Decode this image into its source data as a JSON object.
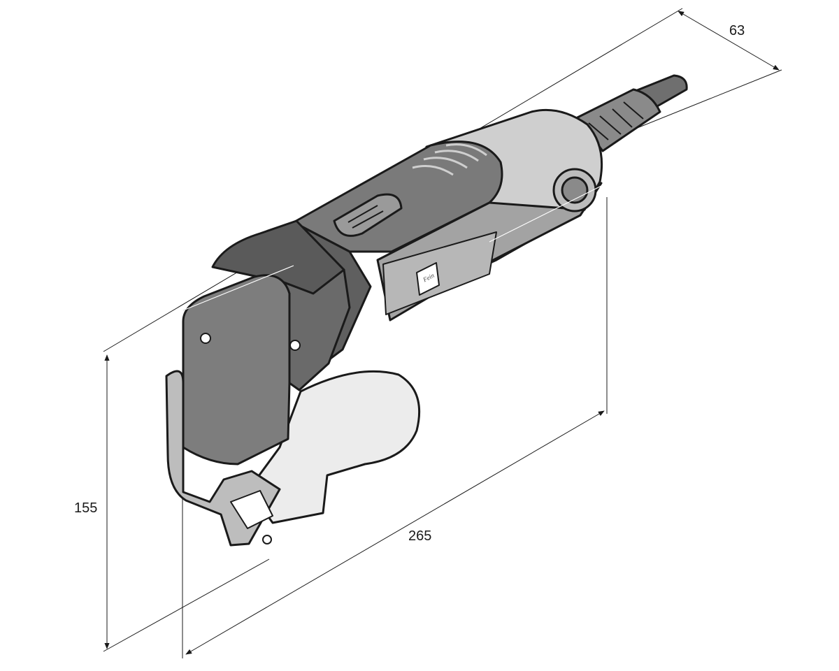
{
  "dimensions": {
    "width_label": "63",
    "height_label": "155",
    "length_label": "265"
  },
  "tool": {
    "brand_logo_text": "Fein"
  },
  "colors": {
    "outline": "#1a1a1a",
    "dark_housing": "#6f6f6f",
    "mid_housing": "#a3a3a3",
    "light_housing": "#cfcfcf",
    "base_plate": "#ececec",
    "dimension_line": "#1a1a1a"
  }
}
